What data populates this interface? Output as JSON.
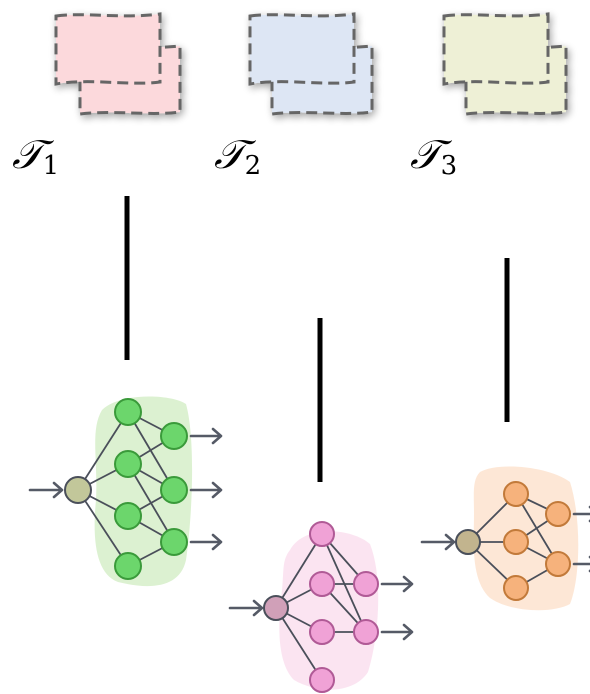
{
  "tasks": [
    {
      "label": "𝒯",
      "subscript": "1",
      "color": "#fcd9dc",
      "network": {
        "node_color": "#6cd66c",
        "node_stroke": "#3a9a3a",
        "blob_color": "#d8f0cc",
        "input_color": "#c2c79a",
        "layers": [
          1,
          4,
          3
        ]
      }
    },
    {
      "label": "𝒯",
      "subscript": "2",
      "color": "#dde6f4",
      "network": {
        "node_color": "#f0a2d6",
        "node_stroke": "#b05a96",
        "blob_color": "#fbe1ef",
        "input_color": "#d0a0b8",
        "layers": [
          1,
          4,
          2
        ]
      }
    },
    {
      "label": "𝒯",
      "subscript": "3",
      "color": "#eef0d6",
      "network": {
        "node_color": "#f6b27c",
        "node_stroke": "#c27a3a",
        "blob_color": "#fde4d2",
        "input_color": "#c2b48e",
        "layers": [
          1,
          3,
          2
        ]
      }
    }
  ],
  "colors": {
    "card_border": "#666666",
    "connector": "#000000",
    "arrow": "#555a66",
    "edge": "#4a4f5a"
  }
}
